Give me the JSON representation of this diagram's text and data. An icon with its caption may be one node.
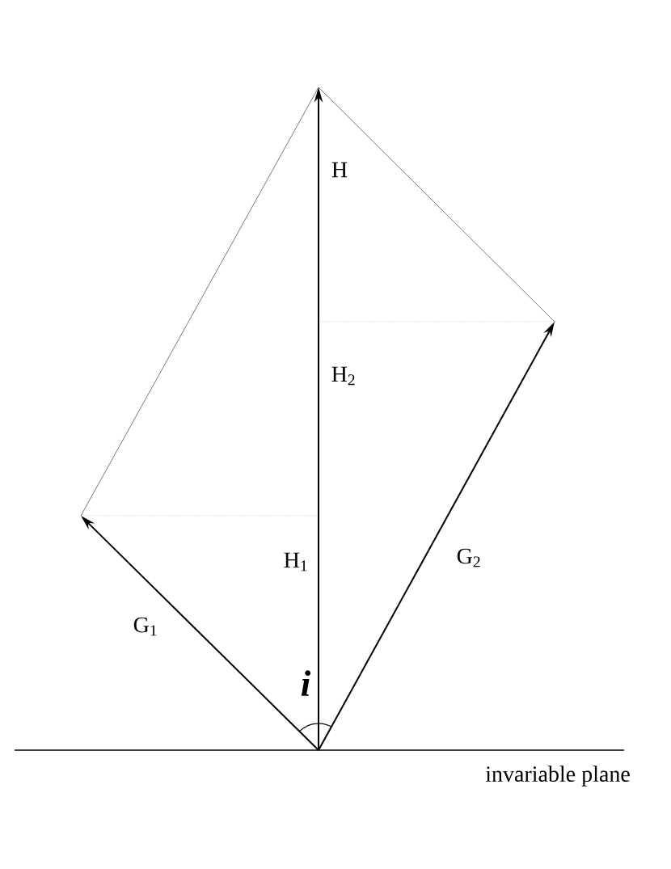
{
  "diagram": {
    "labels": [
      "H",
      "H$_{2}$",
      "H$_{1}$",
      "G$_{2}$",
      "G$_{1}$",
      "i",
      "invariable plane"
    ]
  }
}
